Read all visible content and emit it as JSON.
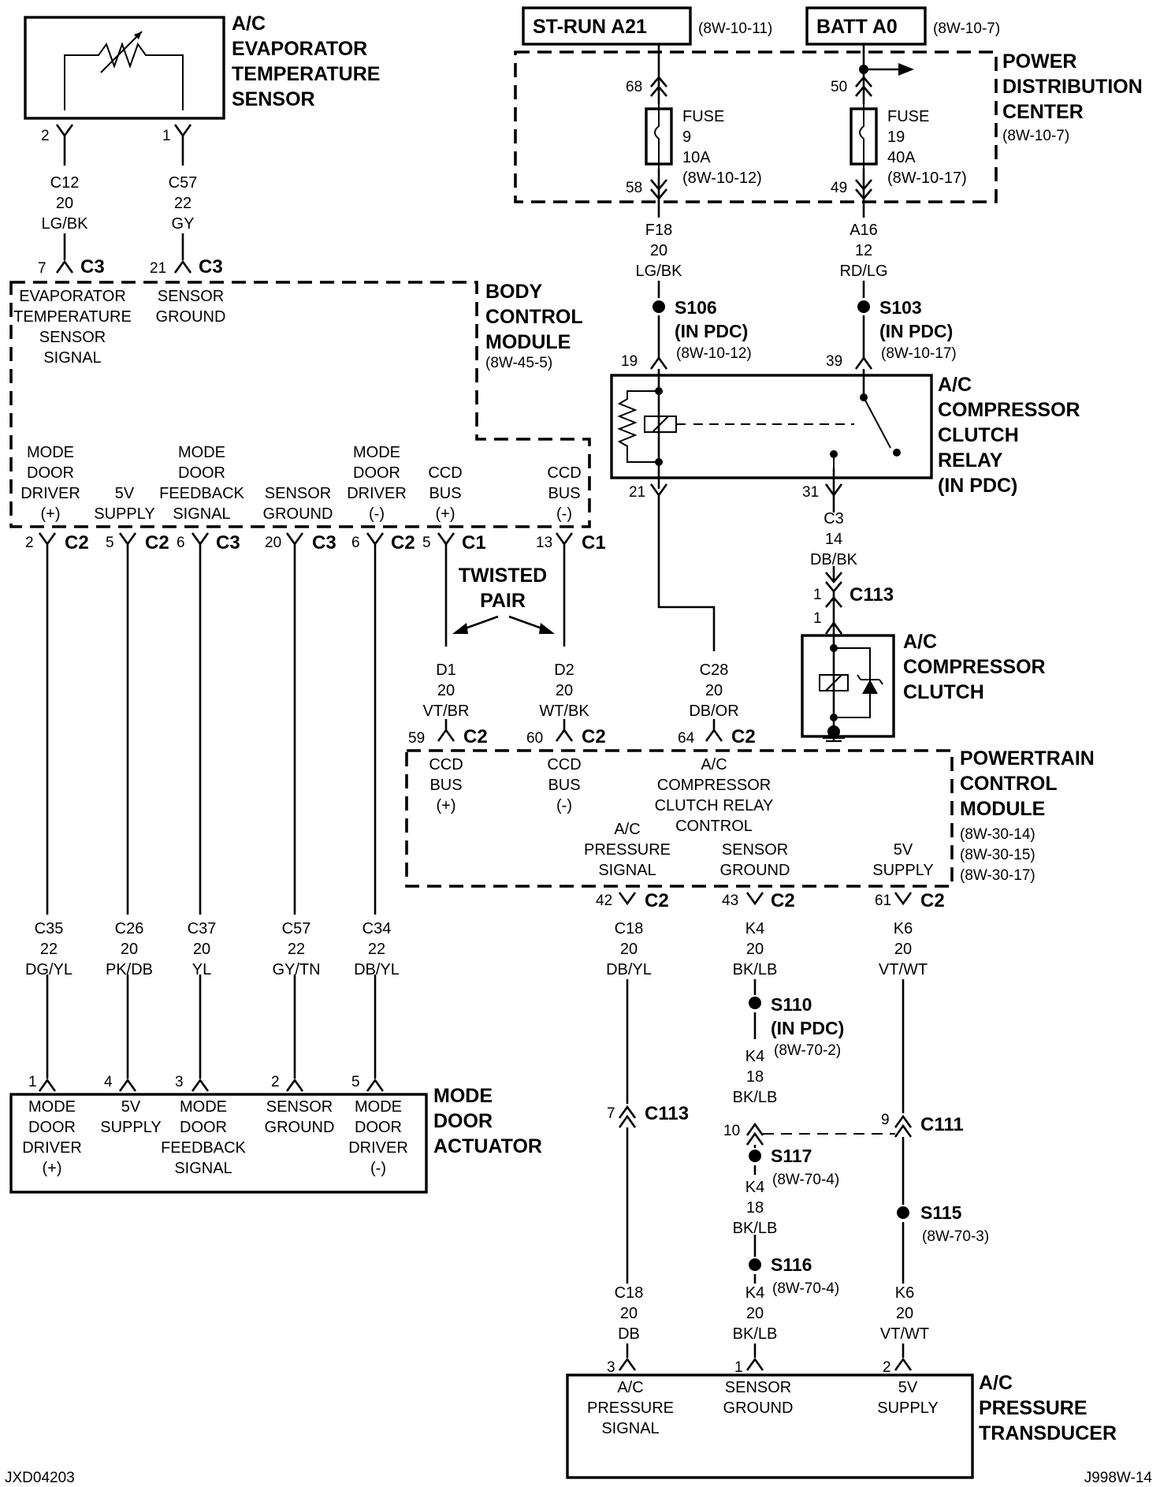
{
  "components": {
    "evap_sensor": {
      "title": "A/C\nEVAPORATOR\nTEMPERATURE\nSENSOR"
    },
    "bcm": {
      "title": "BODY\nCONTROL\nMODULE",
      "ref": "(8W-45-5)"
    },
    "pdc": {
      "title": "POWER\nDISTRIBUTION\nCENTER",
      "ref": "(8W-10-7)"
    },
    "st_run": {
      "label": "ST-RUN A21",
      "ref": "(8W-10-11)"
    },
    "batt": {
      "label": "BATT A0",
      "ref": "(8W-10-7)"
    },
    "relay": {
      "title": "A/C\nCOMPRESSOR\nCLUTCH\nRELAY\n(IN PDC)"
    },
    "clutch": {
      "title": "A/C\nCOMPRESSOR\nCLUTCH"
    },
    "pcm": {
      "title": "POWERTRAIN\nCONTROL\nMODULE",
      "refs": "(8W-30-14)\n(8W-30-15)\n(8W-30-17)"
    },
    "mode_door": {
      "title": "MODE\nDOOR\nACTUATOR"
    },
    "transducer": {
      "title": "A/C\nPRESSURE\nTRANSDUCER"
    }
  },
  "fuses": [
    {
      "text": "FUSE\n9\n10A\n(8W-10-12)",
      "pin_in": "68",
      "pin_out": "58"
    },
    {
      "text": "FUSE\n19\n40A\n(8W-10-17)",
      "pin_in": "50",
      "pin_out": "49"
    }
  ],
  "bcm_labels": {
    "evap_signal": "EVAPORATOR\nTEMPERATURE\nSENSOR\nSIGNAL",
    "sensor_ground": "SENSOR\nGROUND",
    "mode_driver_pos": "MODE\nDOOR\nDRIVER\n(+)",
    "supply_5v": "5V\nSUPPLY",
    "mode_feedback": "MODE\nDOOR\nFEEDBACK\nSIGNAL",
    "sensor_ground2": "SENSOR\nGROUND",
    "mode_driver_neg": "MODE\nDOOR\nDRIVER\n(-)",
    "ccd_pos": "CCD\nBUS\n(+)",
    "ccd_neg": "CCD\nBUS\n(-)"
  },
  "pcm_labels": {
    "ccd_pos": "CCD\nBUS\n(+)",
    "ccd_neg": "CCD\nBUS\n(-)",
    "relay_control": "A/C\nCOMPRESSOR\nCLUTCH RELAY\nCONTROL",
    "pressure_signal": "A/C\nPRESSURE\nSIGNAL",
    "sensor_ground": "SENSOR\nGROUND",
    "supply_5v": "5V\nSUPPLY"
  },
  "mode_door_labels": {
    "driver_pos": "MODE\nDOOR\nDRIVER\n(+)",
    "supply_5v": "5V\nSUPPLY",
    "feedback": "MODE\nDOOR\nFEEDBACK\nSIGNAL",
    "ground": "SENSOR\nGROUND",
    "driver_neg": "MODE\nDOOR\nDRIVER\n(-)"
  },
  "transducer_labels": {
    "signal": "A/C\nPRESSURE\nSIGNAL",
    "ground": "SENSOR\nGROUND",
    "supply": "5V\nSUPPLY"
  },
  "wires": {
    "evap_c12": "C12\n20\nLG/BK",
    "evap_c57": "C57\n22\nGY",
    "f18": "F18\n20\nLG/BK",
    "a16": "A16\n12\nRD/LG",
    "c3": "C3\n14\nDB/BK",
    "d1": "D1\n20\nVT/BR",
    "d2": "D2\n20\nWT/BK",
    "c28": "C28\n20\nDB/OR",
    "c35": "C35\n22\nDG/YL",
    "c26": "C26\n20\nPK/DB",
    "c37": "C37\n20\nYL",
    "c57b": "C57\n22\nGY/TN",
    "c34": "C34\n22\nDB/YL",
    "c18": "C18\n20\nDB/YL",
    "k4": "K4\n20\nBK/LB",
    "k6": "K6\n20\nVT/WT",
    "k4_18a": "K4\n18\nBK/LB",
    "k4_18b": "K4\n18\nBK/LB",
    "c18_db": "C18\n20\nDB",
    "k4_20": "K4\n20\nBK/LB",
    "k6_b": "K6\n20\nVT/WT"
  },
  "connectors": {
    "c3": "C3",
    "c2": "C2",
    "c1": "C1",
    "c113": "C113",
    "c111": "C111"
  },
  "splices": {
    "s106": {
      "name": "S106\n(IN PDC)",
      "ref": "(8W-10-12)"
    },
    "s103": {
      "name": "S103\n(IN PDC)",
      "ref": "(8W-10-17)"
    },
    "s110": {
      "name": "S110\n(IN PDC)",
      "ref": "(8W-70-2)"
    },
    "s117": {
      "name": "S117",
      "ref": "(8W-70-4)"
    },
    "s115": {
      "name": "S115",
      "ref": "(8W-70-3)"
    },
    "s116": {
      "name": "S116",
      "ref": "(8W-70-4)"
    }
  },
  "pins": {
    "evap_2": "2",
    "evap_1": "1",
    "bcm_7": "7",
    "bcm_21": "21",
    "bcm_2": "2",
    "bcm_5": "5",
    "bcm_6": "6",
    "bcm_20": "20",
    "bcm_6b": "6",
    "bcm_5b": "5",
    "bcm_13": "13",
    "relay_19": "19",
    "relay_39": "39",
    "relay_21": "21",
    "relay_31": "31",
    "c113_1a": "1",
    "c113_1b": "1",
    "pcm_59": "59",
    "pcm_60": "60",
    "pcm_64": "64",
    "pcm_42": "42",
    "pcm_43": "43",
    "pcm_61": "61",
    "md_1": "1",
    "md_4": "4",
    "md_3": "3",
    "md_2": "2",
    "md_5": "5",
    "c113_7": "7",
    "c111_10": "10",
    "c111_9": "9",
    "tr_3": "3",
    "tr_1": "1",
    "tr_2": "2"
  },
  "twisted_pair": "TWISTED\nPAIR",
  "footer": {
    "left": "JXD04203",
    "right": "J998W-14"
  }
}
